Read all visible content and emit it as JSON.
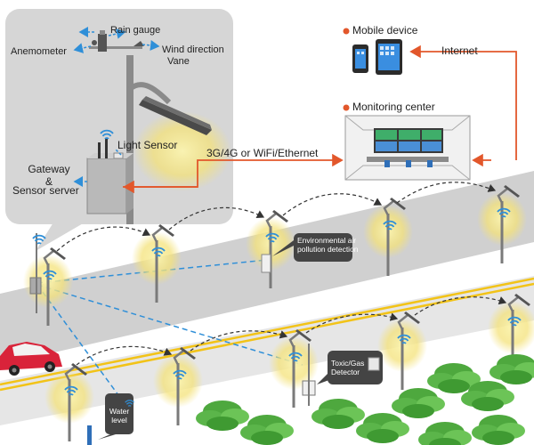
{
  "labels": {
    "rain_gauge": "Rain gauge",
    "anemometer": "Anemometer",
    "wind_direction": "Wind direction",
    "vane": "Vane",
    "light_sensor": "Light Sensor",
    "gateway_line1": "Gateway",
    "gateway_line2": "&",
    "gateway_line3": "Sensor server",
    "connection": "3G/4G or WiFi/Ethernet",
    "mobile_device": "Mobile device",
    "internet": "Internet",
    "monitoring_center": "Monitoring center",
    "env_line1": "Environmental air",
    "env_line2": "pollution detection",
    "toxic_line1": "Toxic/Gas",
    "toxic_line2": "Detector",
    "water_line1": "Water",
    "water_line2": "level"
  },
  "colors": {
    "accent_orange": "#e2572b",
    "link_blue": "#2f8fd8",
    "inset_bg": "#d6d6d6",
    "road": "#cfcfcf",
    "yellow_line": "#f2c318",
    "pole": "#7a7a7a",
    "light_glow": "#f6e98a",
    "tree_green": "#5bb54a",
    "car_red": "#d9233a",
    "bubble_dark": "#444444"
  },
  "icons": [
    "signal-icon",
    "street-lamp-icon",
    "tablet-icon",
    "monitor-wall-icon",
    "sensor-box-icon",
    "car-icon",
    "tree-icon"
  ]
}
